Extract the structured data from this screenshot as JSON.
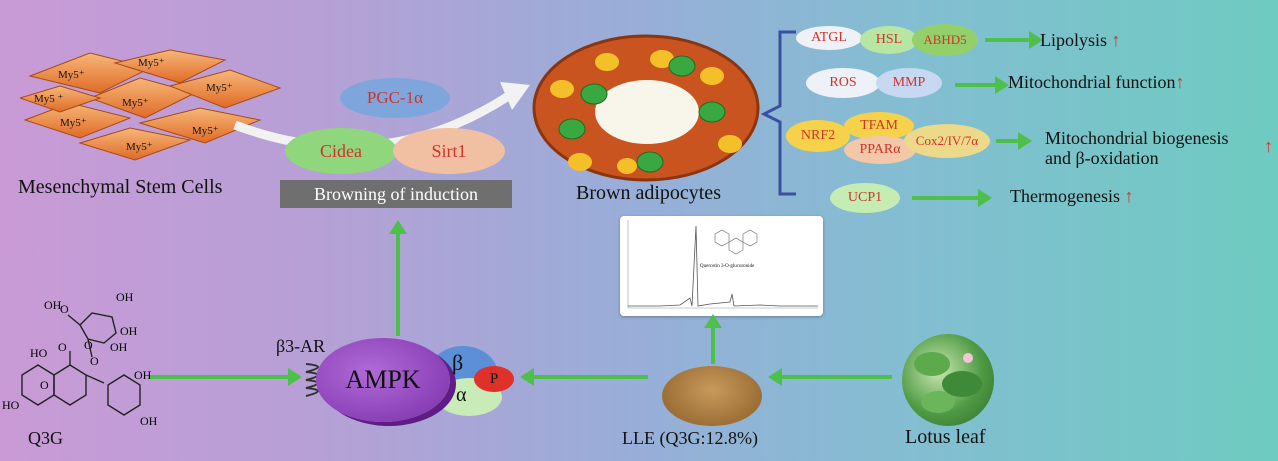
{
  "stem_cells": {
    "label": "Mesenchymal Stem Cells",
    "cell_labels": [
      "My5⁺",
      "My5⁺",
      "My5⁺",
      "My5⁺",
      "My5⁺",
      "My5 ⁺",
      "My5⁺",
      "My5⁺"
    ]
  },
  "browning": {
    "pgc": "PGC-1α",
    "cidea": "Cidea",
    "sirt1": "Sirt1",
    "label": "Browning of induction"
  },
  "adipocyte": {
    "label": "Brown adipocytes"
  },
  "effects": {
    "lipolysis": {
      "markers": [
        "ATGL",
        "HSL",
        "ABHD5"
      ],
      "label": "Lipolysis",
      "arrow": "↑"
    },
    "mito_function": {
      "markers": [
        "ROS",
        "MMP"
      ],
      "label": "Mitochondrial function",
      "arrow": "↑"
    },
    "biogenesis": {
      "markers": [
        "NRF2",
        "TFAM",
        "PPARα",
        "Cox2/IV/7α"
      ],
      "label_line1": "Mitochondrial biogenesis",
      "label_line2": "and β-oxidation",
      "arrow": "↑"
    },
    "thermogenesis": {
      "markers": [
        "UCP1"
      ],
      "label": "Thermogenesis",
      "arrow": "↑"
    }
  },
  "chromatogram": {
    "compound": "Quercetin 3-O-glucuronide"
  },
  "q3g": {
    "label": "Q3G",
    "groups": [
      "HO",
      "O",
      "OH",
      "OH",
      "OH",
      "O",
      "O",
      "O",
      "OH",
      "O",
      "HO",
      "OH",
      "OH"
    ]
  },
  "ampk": {
    "receptor": "β3-AR",
    "label": "AMPK",
    "beta": "β",
    "alpha": "α",
    "p": "P"
  },
  "lle": {
    "label": "LLE (Q3G:12.8%)"
  },
  "lotus": {
    "label": "Lotus leaf"
  },
  "colors": {
    "arrow": "#4cc04a",
    "up_arrow": "#d0332b",
    "ampk": "#8a3fb3",
    "brace": "#3a4fa0"
  }
}
